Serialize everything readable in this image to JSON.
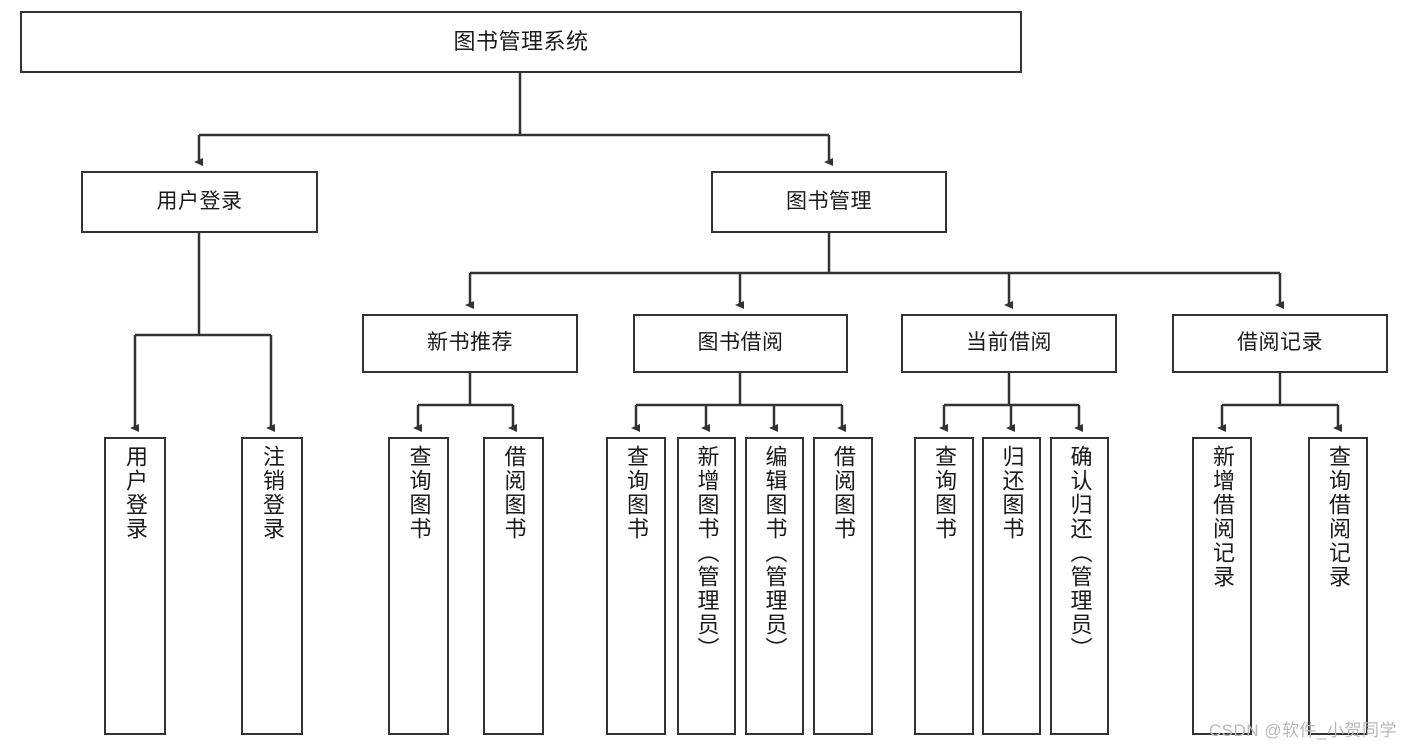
{
  "diagram": {
    "title": "图书管理系统",
    "type": "tree-hierarchy-chart",
    "root": {
      "id": "root",
      "label": "图书管理系统"
    },
    "level1": [
      {
        "id": "user-login",
        "label": "用户登录"
      },
      {
        "id": "book-management",
        "label": "图书管理"
      }
    ],
    "level2": [
      {
        "id": "new-book-recommend",
        "label": "新书推荐",
        "parent": "book-management"
      },
      {
        "id": "book-borrow",
        "label": "图书借阅",
        "parent": "book-management"
      },
      {
        "id": "current-borrow",
        "label": "当前借阅",
        "parent": "book-management"
      },
      {
        "id": "borrow-record",
        "label": "借阅记录",
        "parent": "book-management"
      }
    ],
    "leaves": {
      "user_login": [
        {
          "id": "leaf-user-login",
          "label": "用户登录"
        },
        {
          "id": "leaf-logout",
          "label": "注销登录"
        }
      ],
      "new_book_recommend": [
        {
          "id": "leaf-query-book-1",
          "label": "查询图书"
        },
        {
          "id": "leaf-borrow-book-1",
          "label": "借阅图书"
        }
      ],
      "book_borrow": [
        {
          "id": "leaf-query-book-2",
          "label": "查询图书"
        },
        {
          "id": "leaf-add-book",
          "label": "新增图书（管理员）"
        },
        {
          "id": "leaf-edit-book",
          "label": "编辑图书（管理员）"
        },
        {
          "id": "leaf-borrow-book-2",
          "label": "借阅图书"
        }
      ],
      "current_borrow": [
        {
          "id": "leaf-query-book-3",
          "label": "查询图书"
        },
        {
          "id": "leaf-return-book",
          "label": "归还图书"
        },
        {
          "id": "leaf-confirm-return",
          "label": "确认归还（管理员）"
        }
      ],
      "borrow_record": [
        {
          "id": "leaf-add-record",
          "label": "新增借阅记录"
        },
        {
          "id": "leaf-query-record",
          "label": "查询借阅记录"
        }
      ]
    },
    "watermark": "CSDN @软件_小贺同学",
    "colors": {
      "stroke": "#333333",
      "fill": "#ffffff",
      "text": "#1a1a1a",
      "watermark": "#b9b9b9"
    }
  }
}
